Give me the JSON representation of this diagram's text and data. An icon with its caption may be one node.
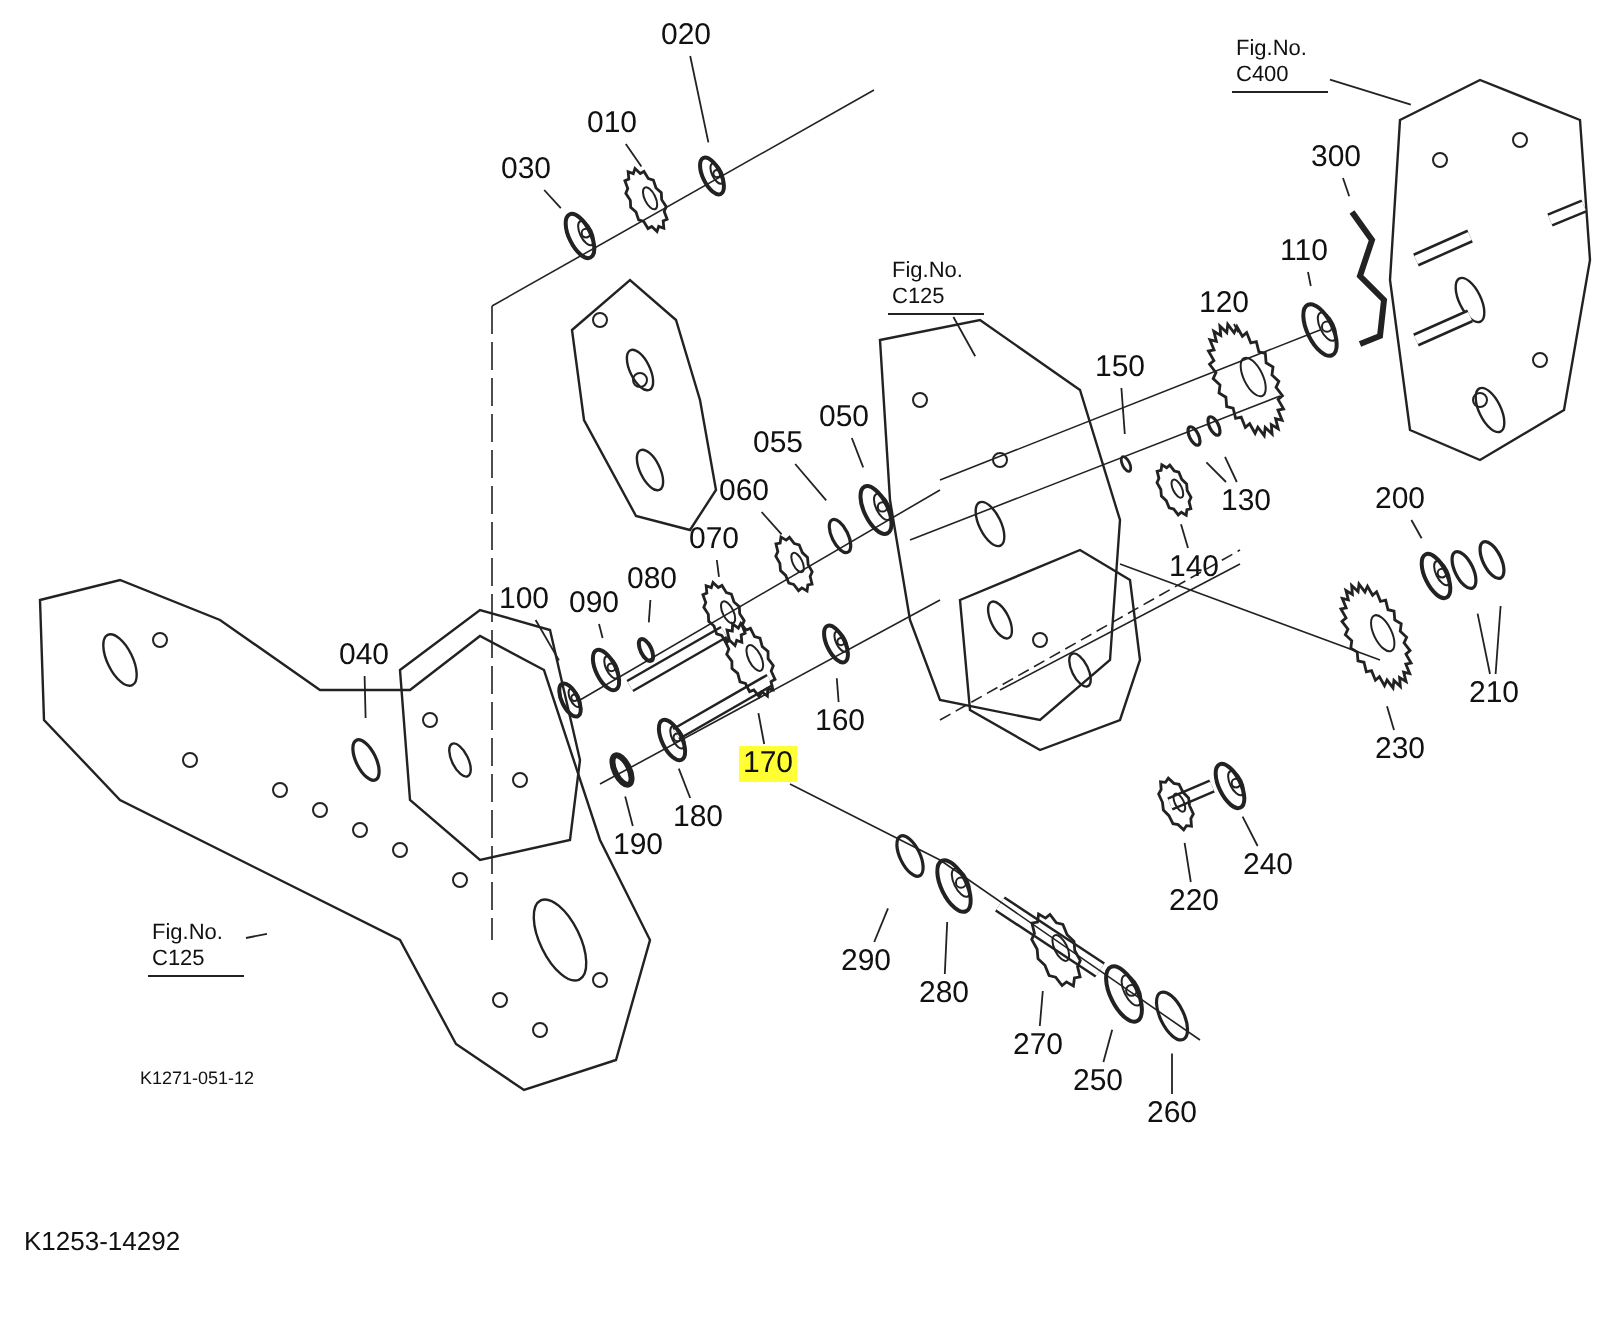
{
  "diagram": {
    "caption": "K1253-14292",
    "nodes": [
      {
        "text": [
          "020"
        ]
      },
      {
        "text": [
          "Fig.No. C400"
        ]
      },
      {
        "text": [
          "010"
        ]
      },
      {
        "text": [
          "300"
        ]
      },
      {
        "text": [
          "030"
        ]
      },
      {
        "text": [
          "110"
        ]
      },
      {
        "text": [
          "Fig.No. C125"
        ]
      },
      {
        "text": [
          "120"
        ]
      },
      {
        "text": [
          "150"
        ]
      },
      {
        "text": [
          "050"
        ]
      },
      {
        "text": [
          "055"
        ]
      },
      {
        "text": [
          "060"
        ]
      },
      {
        "text": [
          "140"
        ]
      },
      {
        "text": [
          "130"
        ]
      },
      {
        "text": [
          "070"
        ]
      },
      {
        "text": [
          "200"
        ]
      },
      {
        "text": [
          "080"
        ]
      },
      {
        "text": [
          "090"
        ]
      },
      {
        "text": [
          "100"
        ]
      },
      {
        "text": [
          "210"
        ]
      },
      {
        "text": [
          "040"
        ]
      },
      {
        "text": [
          "160"
        ]
      },
      {
        "text": [
          "230"
        ]
      },
      {
        "text": [
          "170"
        ]
      },
      {
        "text": [
          "180"
        ]
      },
      {
        "text": [
          "190"
        ]
      },
      {
        "text": [
          "240"
        ]
      },
      {
        "text": [
          "220"
        ]
      },
      {
        "text": [
          "Fig.No. C125"
        ]
      },
      {
        "text": [
          "290"
        ]
      },
      {
        "text": [
          "280"
        ]
      },
      {
        "text": [
          "270"
        ]
      },
      {
        "text": [
          "250"
        ]
      },
      {
        "text": [
          "260"
        ]
      }
    ],
    "edges": [
      {
        "from": 0,
        "to": null,
        "arrow": "none"
      },
      {
        "from": 1,
        "to": null,
        "arrow": "none"
      },
      {
        "from": 2,
        "to": null,
        "arrow": "none"
      },
      {
        "from": 3,
        "to": null,
        "arrow": "none"
      },
      {
        "from": 4,
        "to": null,
        "arrow": "none"
      },
      {
        "from": 5,
        "to": null,
        "arrow": "none"
      },
      {
        "from": 6,
        "to": null,
        "arrow": "none"
      },
      {
        "from": 7,
        "to": null,
        "arrow": "none"
      },
      {
        "from": 8,
        "to": null,
        "arrow": "none"
      },
      {
        "from": 9,
        "to": null,
        "arrow": "none"
      },
      {
        "from": 10,
        "to": null,
        "arrow": "none"
      },
      {
        "from": 11,
        "to": null,
        "arrow": "none"
      },
      {
        "from": 12,
        "to": null,
        "arrow": "none"
      },
      {
        "from": 13,
        "to": null,
        "arrow": "none"
      },
      {
        "from": 13,
        "to": null,
        "arrow": "none"
      },
      {
        "from": 14,
        "to": null,
        "arrow": "none"
      },
      {
        "from": 15,
        "to": null,
        "arrow": "none"
      },
      {
        "from": 16,
        "to": null,
        "arrow": "none"
      },
      {
        "from": 17,
        "to": null,
        "arrow": "none"
      },
      {
        "from": 18,
        "to": null,
        "arrow": "none"
      },
      {
        "from": 19,
        "to": null,
        "arrow": "none"
      },
      {
        "from": 19,
        "to": null,
        "arrow": "none"
      },
      {
        "from": 20,
        "to": null,
        "arrow": "none"
      },
      {
        "from": 21,
        "to": null,
        "arrow": "none"
      },
      {
        "from": 22,
        "to": null,
        "arrow": "none"
      },
      {
        "from": 23,
        "to": null,
        "arrow": "none"
      },
      {
        "from": 24,
        "to": null,
        "arrow": "none"
      },
      {
        "from": 25,
        "to": null,
        "arrow": "none"
      },
      {
        "from": 26,
        "to": null,
        "arrow": "none"
      },
      {
        "from": 27,
        "to": null,
        "arrow": "none"
      },
      {
        "from": 28,
        "to": null,
        "arrow": "none"
      },
      {
        "from": 29,
        "to": null,
        "arrow": "none"
      },
      {
        "from": 30,
        "to": null,
        "arrow": "none"
      },
      {
        "from": 31,
        "to": null,
        "arrow": "none"
      },
      {
        "from": 32,
        "to": null,
        "arrow": "none"
      },
      {
        "from": 33,
        "to": null,
        "arrow": "none"
      }
    ],
    "labels": [
      "K1271-051-12"
    ]
  }
}
